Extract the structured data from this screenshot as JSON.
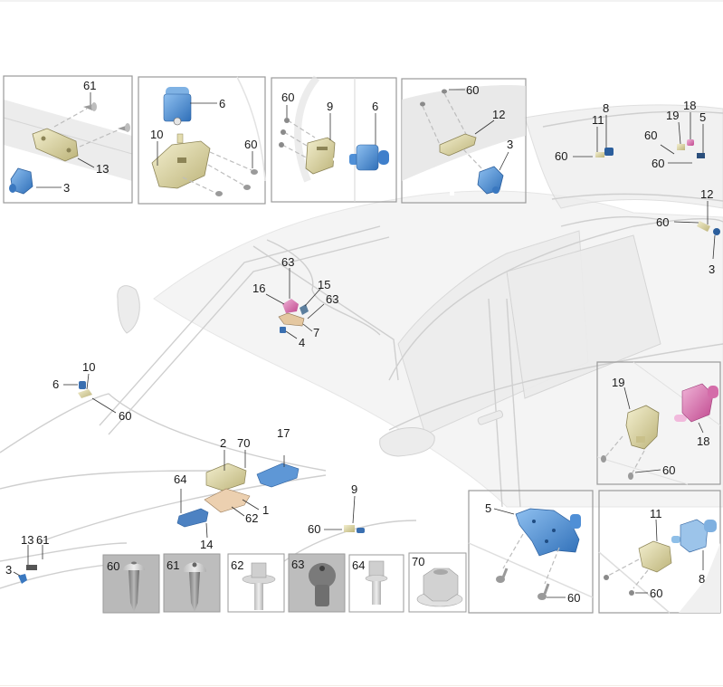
{
  "diagram": {
    "type": "exploded-parts-diagram",
    "colors": {
      "sensor_blue": "#4f8fd6",
      "bracket_beige": "#e3dcae",
      "plate_tan": "#e8cfae",
      "pink_part": "#d98ab8",
      "control_unit_blue": "#5b8fc9",
      "panel_grey_bg": "#c9c9c9",
      "panel_white_bg": "#ffffff"
    },
    "detail_panels": [
      {
        "id": "panel-1",
        "labels": [
          "61",
          "13",
          "3"
        ]
      },
      {
        "id": "panel-2",
        "labels": [
          "6",
          "10",
          "60"
        ]
      },
      {
        "id": "panel-3",
        "labels": [
          "60",
          "9",
          "6"
        ]
      },
      {
        "id": "panel-4",
        "labels": [
          "60",
          "12",
          "3"
        ]
      },
      {
        "id": "panel-5",
        "labels": [
          "19",
          "18",
          "60"
        ]
      },
      {
        "id": "panel-6",
        "labels": [
          "5",
          "60"
        ]
      },
      {
        "id": "panel-7",
        "labels": [
          "11",
          "8",
          "60"
        ]
      }
    ],
    "callouts_on_car": {
      "rear_spoiler": [
        "11",
        "8",
        "60",
        "19",
        "18",
        "5",
        "60",
        "60"
      ],
      "rear_corner": [
        "12",
        "60",
        "3"
      ],
      "roof_console": [
        "63",
        "16",
        "15",
        "63",
        "7",
        "4"
      ],
      "front_left_headlamp": [
        "10",
        "6",
        "60"
      ],
      "engine_bay": [
        "2",
        "70",
        "17",
        "64",
        "1",
        "62",
        "14"
      ],
      "front_door": [
        "9",
        "60"
      ],
      "front_bumper": [
        "13",
        "61",
        "3"
      ]
    },
    "fastener_legend": [
      {
        "number": "60",
        "kind": "tapping-screw-pan-head"
      },
      {
        "number": "61",
        "kind": "tapping-screw-torx"
      },
      {
        "number": "62",
        "kind": "hex-flange-bolt-washer"
      },
      {
        "number": "63",
        "kind": "torx-pan-bolt"
      },
      {
        "number": "64",
        "kind": "hex-flange-bolt"
      },
      {
        "number": "70",
        "kind": "hex-flange-nut"
      }
    ]
  }
}
